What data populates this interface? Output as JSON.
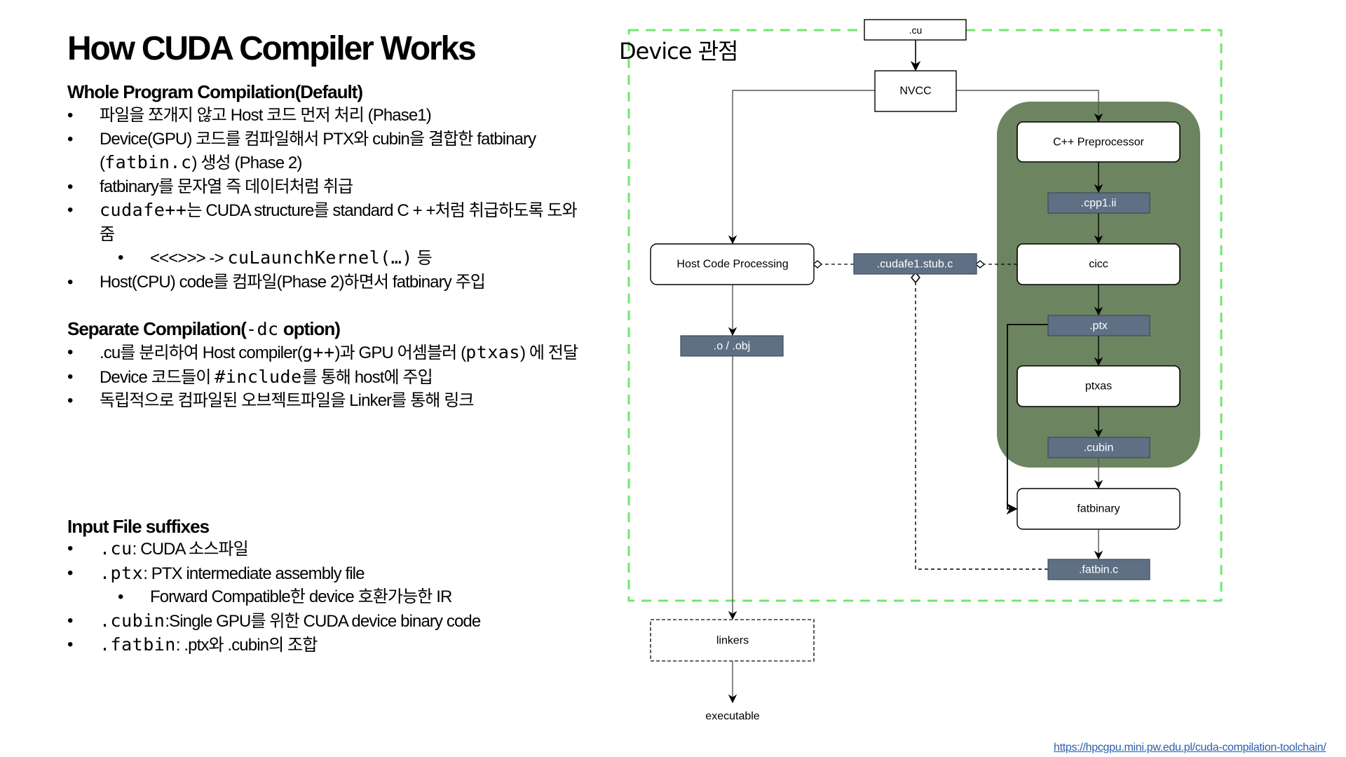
{
  "slide": {
    "title": "How CUDA Compiler Works",
    "source_link": "https://hpcgpu.mini.pw.edu.pl/cuda-compilation-toolchain/"
  },
  "sections": {
    "whole_program": {
      "heading": "Whole Program Compilation(Default)",
      "bullets": [
        {
          "text": "파일을 쪼개지 않고 Host 코드 먼저 처리 (Phase1)"
        },
        {
          "pre": "Device(GPU) 코드를 컴파일해서 PTX와 cubin을 결합한 fatbinary (",
          "code": "fatbin.c",
          "post": ") 생성 (Phase 2)"
        },
        {
          "text": "fatbinary를 문자열 즉 데이터처럼 취급"
        },
        {
          "code": "cudafe++",
          "post": "는 CUDA structure를 standard C + +처럼 취급하도록 도와줌"
        },
        {
          "sub": true,
          "pre": "<<<>>> -> ",
          "code": "cuLaunchKernel(…)",
          "post": " 등"
        },
        {
          "text": "Host(CPU) code를 컴파일(Phase 2)하면서 fatbinary 주입"
        }
      ]
    },
    "separate": {
      "heading_pre": "Separate Compilation(",
      "heading_code": "-dc",
      "heading_post": " option)",
      "bullets": [
        {
          "pre": ".cu를 분리하여 Host compiler(",
          "code": "g++",
          "post": ")과 GPU 어셈블러 (",
          "code2": "ptxas",
          "post2": ") 에 전달"
        },
        {
          "pre": "Device 코드들이 ",
          "code": "#include",
          "post": "를 통해 host에 주입"
        },
        {
          "text": "독립적으로 컴파일된 오브젝트파일을 Linker를 통해 링크"
        }
      ]
    },
    "suffixes": {
      "heading": "Input File suffixes",
      "bullets": [
        {
          "code": ".cu",
          "post": ": CUDA 소스파일"
        },
        {
          "code": ".ptx",
          "post": ": PTX intermediate assembly file"
        },
        {
          "sub": true,
          "text": "Forward Compatible한 device 호환가능한 IR"
        },
        {
          "code": ".cubin",
          "post": ":Single GPU를 위한 CUDA device binary code"
        },
        {
          "code": ".fatbin",
          "post": ": .ptx와 .cubin의 조합"
        }
      ]
    }
  },
  "diagram": {
    "frame_label": "Device 관점",
    "colors": {
      "frame_dash": "#6ee86e",
      "device_panel": "#6d8461",
      "file_box": "#5f7085",
      "file_box_border": "#3e4a58",
      "file_text": "#ffffff",
      "line": "#555555"
    },
    "nodes": {
      "cu": ".cu",
      "nvcc": "NVCC",
      "cpp_preprocessor": "C++ Preprocessor",
      "cpp1_ii": ".cpp1.ii",
      "host_code_processing": "Host Code Processing",
      "cudafe1_stub": ".cudafe1.stub.c",
      "cicc": "cicc",
      "ptx": ".ptx",
      "obj": ".o / .obj",
      "ptxas": "ptxas",
      "cubin": ".cubin",
      "fatbinary": "fatbinary",
      "fatbin_c": ".fatbin.c",
      "linkers": "linkers",
      "executable": "executable"
    }
  }
}
